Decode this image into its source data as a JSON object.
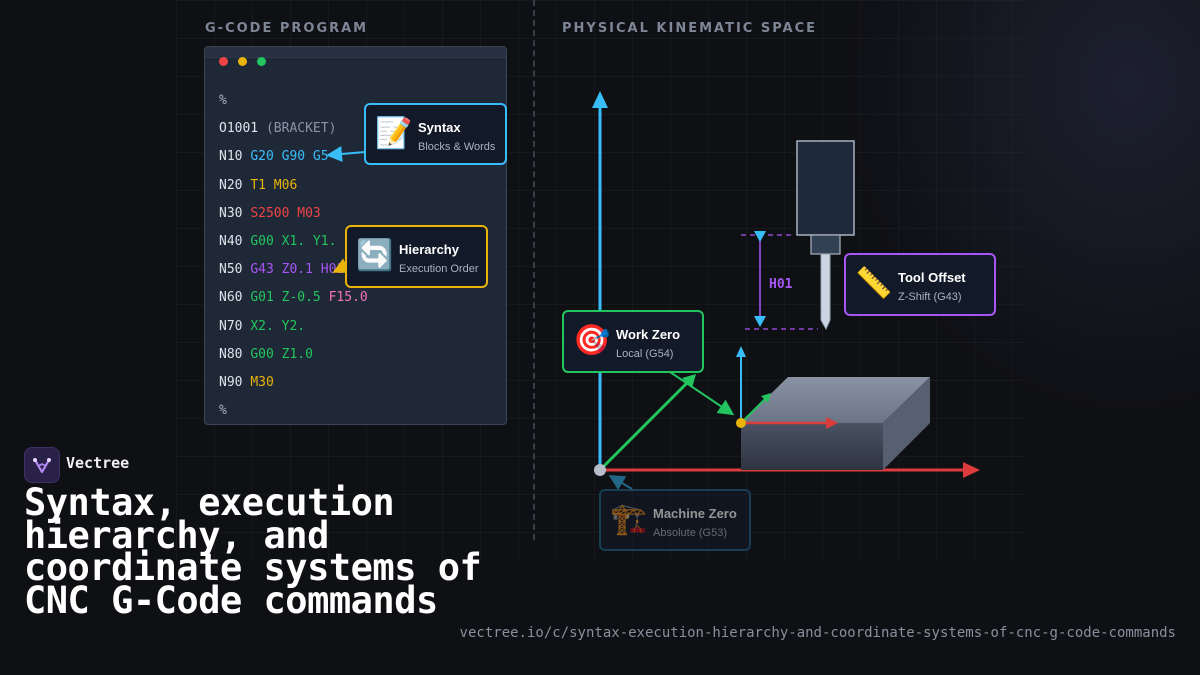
{
  "left_title": "G-CODE PROGRAM",
  "right_title": "PHYSICAL KINEMATIC SPACE",
  "code_lines": [
    {
      "tokens": [
        {
          "t": "%",
          "c": "#aab2c0"
        }
      ]
    },
    {
      "tokens": [
        {
          "t": "O1001 ",
          "c": "#dfe3ea"
        },
        {
          "t": "(BRACKET)",
          "c": "#8b94a6"
        }
      ]
    },
    {
      "tokens": [
        {
          "t": "N10 ",
          "c": "#dfe3ea"
        },
        {
          "t": "G20 G90 G5",
          "c": "#38bdf8"
        }
      ]
    },
    {
      "tokens": [
        {
          "t": "N20 ",
          "c": "#dfe3ea"
        },
        {
          "t": "T1 M06",
          "c": "#eab308"
        }
      ]
    },
    {
      "tokens": [
        {
          "t": "N30 ",
          "c": "#dfe3ea"
        },
        {
          "t": "S2500 M03",
          "c": "#ef4444"
        }
      ]
    },
    {
      "tokens": [
        {
          "t": "N40 ",
          "c": "#dfe3ea"
        },
        {
          "t": "G00 X1. Y1.",
          "c": "#22c55e"
        }
      ]
    },
    {
      "tokens": [
        {
          "t": "N50 ",
          "c": "#dfe3ea"
        },
        {
          "t": "G43 Z0.1 H01",
          "c": "#a855f7"
        }
      ]
    },
    {
      "tokens": [
        {
          "t": "N60 ",
          "c": "#dfe3ea"
        },
        {
          "t": "G01 Z-0.5 ",
          "c": "#22c55e"
        },
        {
          "t": "F15.0",
          "c": "#f472b6"
        }
      ]
    },
    {
      "tokens": [
        {
          "t": "N70 ",
          "c": "#dfe3ea"
        },
        {
          "t": "X2. Y2.",
          "c": "#22c55e"
        }
      ]
    },
    {
      "tokens": [
        {
          "t": "N80 ",
          "c": "#dfe3ea"
        },
        {
          "t": "G00 Z1.0",
          "c": "#22c55e"
        }
      ]
    },
    {
      "tokens": [
        {
          "t": "N90 ",
          "c": "#dfe3ea"
        },
        {
          "t": "M30",
          "c": "#eab308"
        }
      ]
    },
    {
      "tokens": [
        {
          "t": "%",
          "c": "#aab2c0"
        }
      ]
    }
  ],
  "callouts": {
    "syntax": {
      "icon": "📝",
      "icon_name": "memo-icon",
      "title": "Syntax",
      "sub": "Blocks & Words",
      "color": "#38bdf8"
    },
    "hierarchy": {
      "icon": "🔄",
      "icon_name": "cycle-arrows-icon",
      "title": "Hierarchy",
      "sub": "Execution Order",
      "color": "#eab308"
    },
    "work_zero": {
      "icon": "🎯",
      "icon_name": "target-icon",
      "title": "Work Zero",
      "sub": "Local (G54)",
      "color": "#22c55e"
    },
    "tool_offset": {
      "icon": "📏",
      "icon_name": "ruler-icon",
      "title": "Tool Offset",
      "sub": "Z-Shift (G43)",
      "color": "#a855f7"
    },
    "machine_zero": {
      "icon": "🏗️",
      "icon_name": "crane-icon",
      "title": "Machine Zero",
      "sub": "Absolute (G53)",
      "color": "#38bdf8"
    }
  },
  "h01_label": "H01",
  "colors": {
    "x_axis": "#dc3b3b",
    "y_axis": "#22c55e",
    "z_axis": "#38bdf8",
    "offset": "#a855f7",
    "origin": "#eab308"
  },
  "brand": {
    "name": "Vectree"
  },
  "title": "Syntax, execution hierarchy, and coordinate systems of CNC G-Code commands",
  "url": "vectree.io/c/syntax-execution-hierarchy-and-coordinate-systems-of-cnc-g-code-commands"
}
